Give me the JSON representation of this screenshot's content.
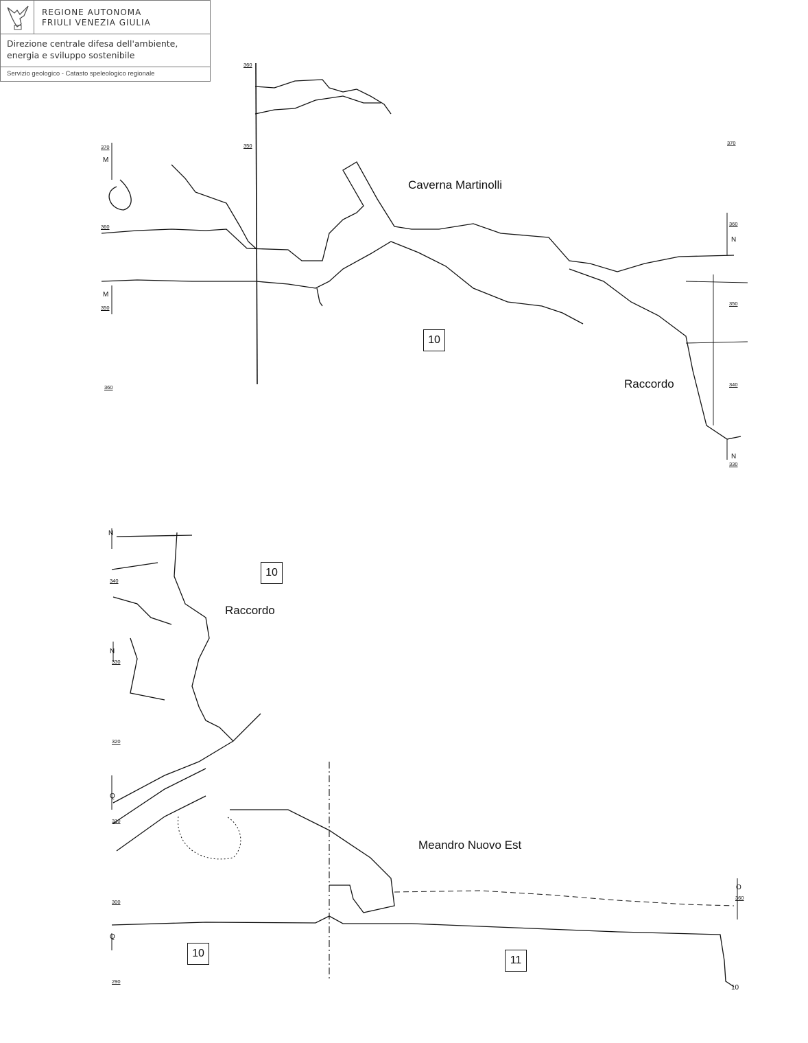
{
  "header": {
    "org_line1": "REGIONE AUTONOMA",
    "org_line2": "FRIULI VENEZIA GIULIA",
    "dept_line1": "Direzione centrale difesa dell'ambiente,",
    "dept_line2": "energia e sviluppo sostenibile",
    "service": "Servizio geologico - Catasto speleologico regionale"
  },
  "upper_section": {
    "labels": {
      "caverna": "Caverna Martinolli",
      "raccordo": "Raccordo"
    },
    "box": "10",
    "elevations": [
      "360",
      "350",
      "370",
      "360",
      "350",
      "360",
      "370",
      "360",
      "350",
      "340",
      "330"
    ],
    "markers": [
      "M",
      "M",
      "N",
      "N"
    ]
  },
  "lower_section": {
    "labels": {
      "raccordo": "Raccordo",
      "meandro": "Meandro Nuovo Est"
    },
    "boxes": [
      "10",
      "10",
      "11"
    ],
    "elevations": [
      "340",
      "330",
      "320",
      "310",
      "300",
      "290",
      "360"
    ],
    "markers": [
      "N",
      "N",
      "Q",
      "Q",
      "O"
    ],
    "end_label": "10"
  }
}
